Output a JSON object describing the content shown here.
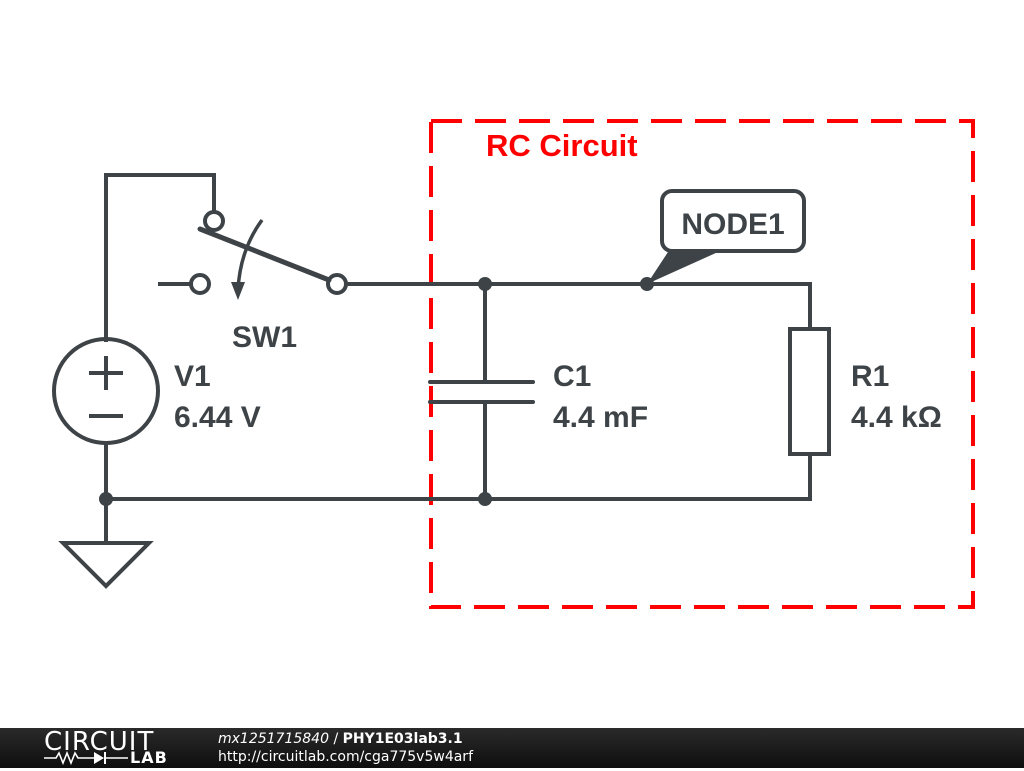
{
  "schematic": {
    "group": {
      "label": "RC Circuit",
      "color": "#ff0000"
    },
    "net_label": "NODE1",
    "wire_color": "#3d4347",
    "components": {
      "switch": {
        "name": "SW1"
      },
      "voltage_source": {
        "name": "V1",
        "value": "6.44 V",
        "plus": "+",
        "minus": "−"
      },
      "capacitor": {
        "name": "C1",
        "value": "4.4 mF"
      },
      "resistor": {
        "name": "R1",
        "value": "4.4 kΩ"
      },
      "ground": {
        "name": "ground"
      }
    }
  },
  "footer": {
    "logo_top": "CIRCUIT",
    "logo_bottom": "LAB",
    "user": "mx1251715840",
    "separator": " / ",
    "title": "PHY1E03lab3.1",
    "url": "http://circuitlab.com/cga775v5w4arf"
  }
}
